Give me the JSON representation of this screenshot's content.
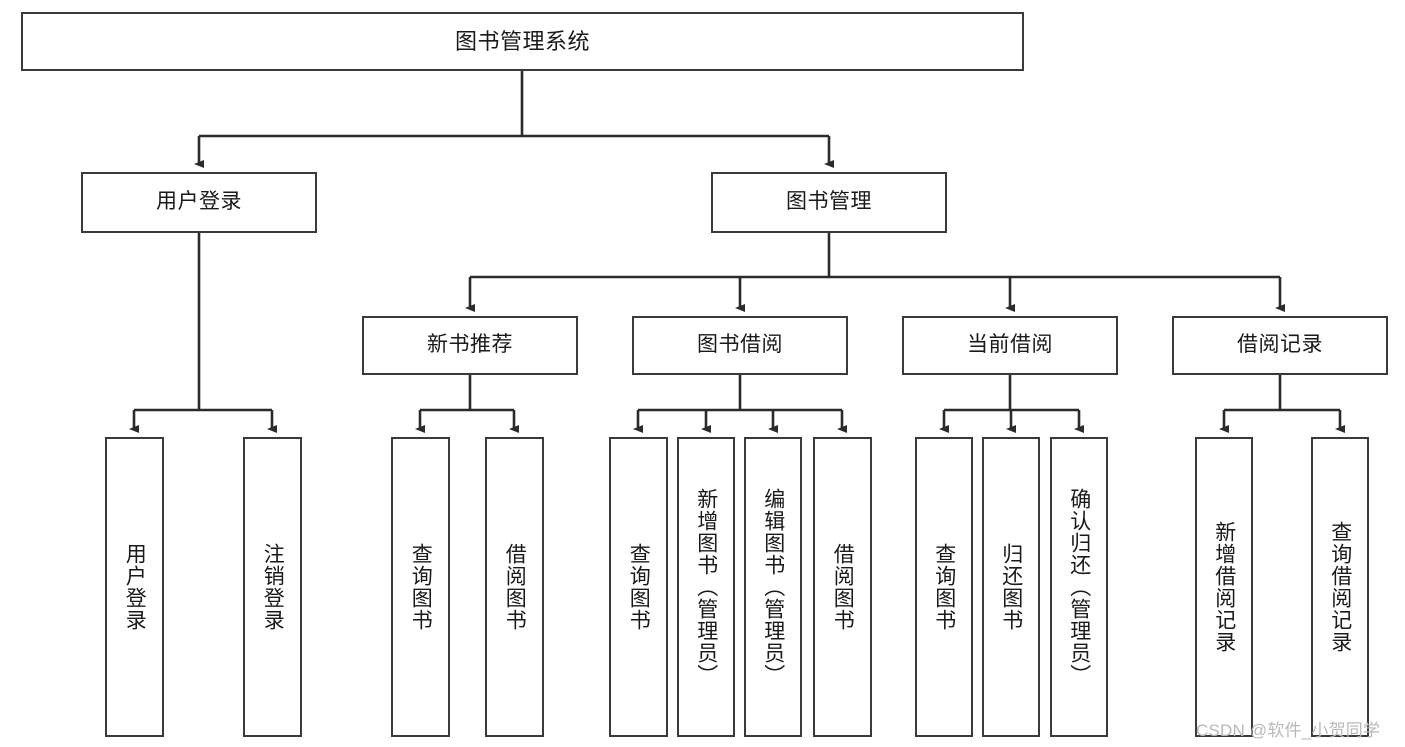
{
  "diagram": {
    "title": "图书管理系统",
    "type": "hierarchical-tree",
    "root": {
      "id": "root",
      "label": "图书管理系统"
    },
    "level2": [
      {
        "id": "user-login",
        "label": "用户登录"
      },
      {
        "id": "book-management",
        "label": "图书管理"
      }
    ],
    "level3": [
      {
        "id": "new-book-recommend",
        "label": "新书推荐",
        "parent": "book-management"
      },
      {
        "id": "book-borrow",
        "label": "图书借阅",
        "parent": "book-management"
      },
      {
        "id": "current-borrow",
        "label": "当前借阅",
        "parent": "book-management"
      },
      {
        "id": "borrow-record",
        "label": "借阅记录",
        "parent": "book-management"
      }
    ],
    "leaves": [
      {
        "id": "leaf-user-login",
        "label": "用户登录",
        "parent": "user-login"
      },
      {
        "id": "leaf-user-logout",
        "label": "注销登录",
        "parent": "user-login"
      },
      {
        "id": "leaf-query-book-1",
        "label": "查询图书",
        "parent": "new-book-recommend"
      },
      {
        "id": "leaf-borrow-book-1",
        "label": "借阅图书",
        "parent": "new-book-recommend"
      },
      {
        "id": "leaf-query-book-2",
        "label": "查询图书",
        "parent": "book-borrow"
      },
      {
        "id": "leaf-add-book",
        "label": "新增图书（管理员）",
        "parent": "book-borrow"
      },
      {
        "id": "leaf-edit-book",
        "label": "编辑图书（管理员）",
        "parent": "book-borrow"
      },
      {
        "id": "leaf-borrow-book-2",
        "label": "借阅图书",
        "parent": "book-borrow"
      },
      {
        "id": "leaf-query-book-3",
        "label": "查询图书",
        "parent": "current-borrow"
      },
      {
        "id": "leaf-return-book",
        "label": "归还图书",
        "parent": "current-borrow"
      },
      {
        "id": "leaf-confirm-return",
        "label": "确认归还（管理员）",
        "parent": "current-borrow"
      },
      {
        "id": "leaf-add-record",
        "label": "新增借阅记录",
        "parent": "borrow-record"
      },
      {
        "id": "leaf-query-record",
        "label": "查询借阅记录",
        "parent": "borrow-record"
      }
    ],
    "watermark": "CSDN @软件_小贺同学",
    "colors": {
      "border": "#3a3a3a",
      "text": "#1a1a1a",
      "background": "#ffffff",
      "connector": "#2b2b2b",
      "watermark": "#b9b9b9"
    }
  }
}
